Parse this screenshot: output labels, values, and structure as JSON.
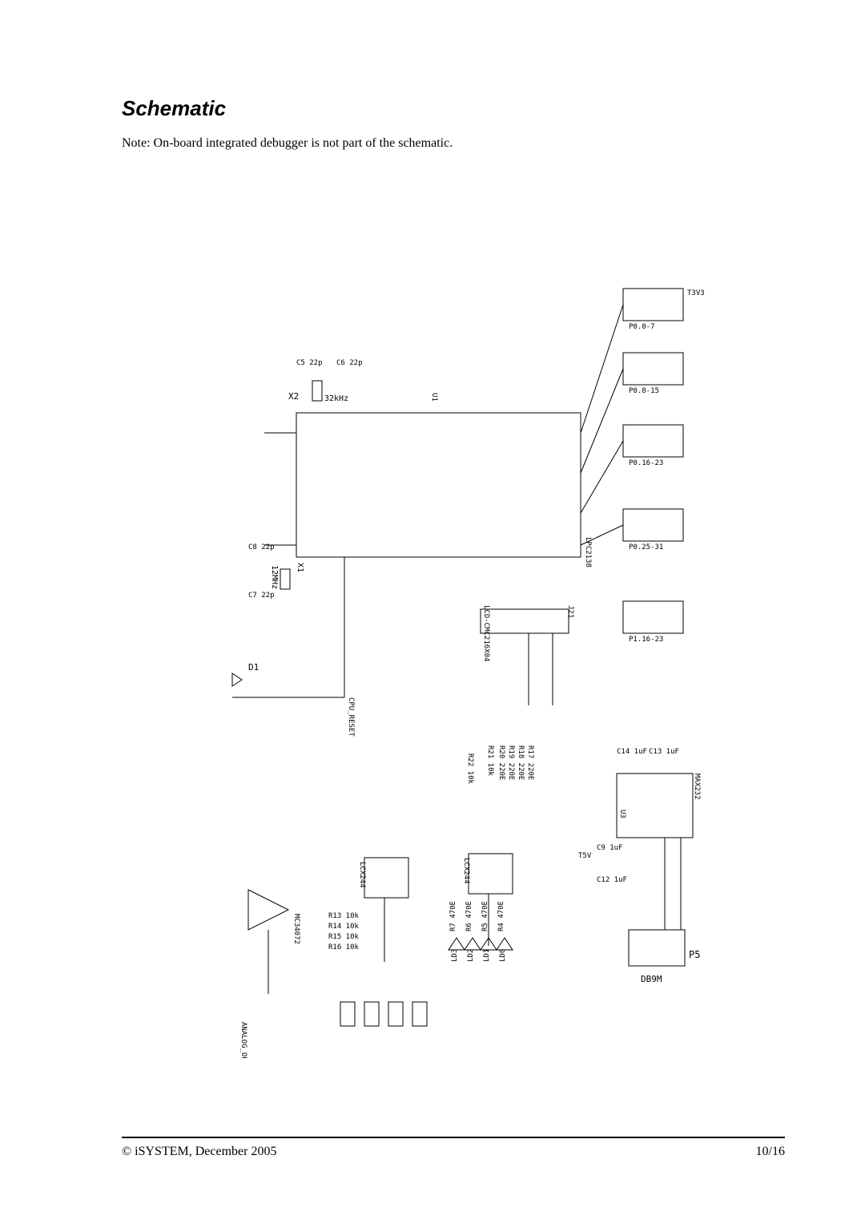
{
  "page": {
    "heading": "Schematic",
    "note": "Note: On-board integrated debugger is not part of the schematic."
  },
  "schematic": {
    "mcu_ref": "U1",
    "mcu_part": "LPC2138",
    "lcd_ref": "J21",
    "lcd_part": "LCD-CMC216X04",
    "rs232_part": "MAX232",
    "rs232_ref": "U3",
    "rs232_conn": "P5",
    "rs232_conn_type": "DB9M",
    "buffer_a": "LCX244",
    "buffer_b": "LCX244",
    "opamp": "MC34072",
    "crystal_rtc": "32kHz",
    "crystal_rtc_ref": "X2",
    "crystal_main": "12MHz",
    "crystal_main_ref": "X1",
    "supply_label": "T3V3",
    "supply_5v": "T5V",
    "reset_net": "CPU_RESET",
    "analog_out": "ANALOG_OUT",
    "header_j1": "P0.0-7",
    "header_j2": "P0.8-15",
    "header_j3": "P0.16-23",
    "header_j4": "P0.25-31",
    "header_j5": "P1.16-23",
    "diode": "D1",
    "resistors": [
      "R17 220E",
      "R18 220E",
      "R19 220E",
      "R20 220E",
      "R21 10k",
      "R22 10k",
      "R13 10k",
      "R14 10k",
      "R15 10k",
      "R16 10k"
    ],
    "leds": [
      "LD0",
      "LD1",
      "LD2",
      "LD3"
    ],
    "leds_r": [
      "R4 470E",
      "R5 470E",
      "R6 470E",
      "R7 470E"
    ],
    "caps": [
      "C5 22p",
      "C6 22p",
      "C7 22p",
      "C8 22p",
      "C9 1uF",
      "C12 1uF",
      "C13 1uF",
      "C14 1uF"
    ]
  },
  "footer": {
    "copyright": "© iSYSTEM, December 2005",
    "page_number": "10/16"
  }
}
